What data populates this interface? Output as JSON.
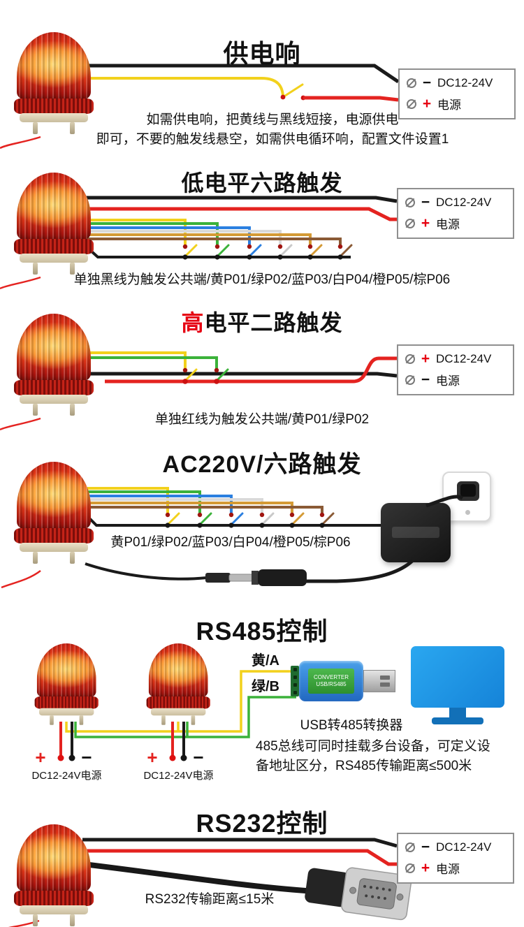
{
  "colors": {
    "wire_yellow": "#f2d11c",
    "wire_green": "#3bb23a",
    "wire_blue": "#2b7fe0",
    "wire_white": "#d9d9d9",
    "wire_orange": "#d49a35",
    "wire_brown": "#8a5a35",
    "wire_red": "#e42320",
    "wire_black": "#1a1a1a",
    "accent_red": "#e60012",
    "monitor_blue": "#1e97e6"
  },
  "sections": {
    "power_sound": {
      "title": "供电响",
      "terminal": {
        "rows": [
          {
            "sign": "−",
            "label": "DC12-24V"
          },
          {
            "sign": "+",
            "label": "电源"
          }
        ]
      },
      "note_line1": "如需供电响，把黄线与黑线短接，电源供电",
      "note_line2": "即可，不要的触发线悬空，如需供电循环响，配置文件设置1"
    },
    "low_level_trigger": {
      "title": "低电平六路触发",
      "terminal": {
        "rows": [
          {
            "sign": "−",
            "label": "DC12-24V"
          },
          {
            "sign": "+",
            "label": "电源"
          }
        ]
      },
      "caption": "单独黑线为触发公共端/黄P01/绿P02/蓝P03/白P04/橙P05/棕P06"
    },
    "high_level_trigger": {
      "title_highlight": "高",
      "title_rest": "电平二路触发",
      "terminal": {
        "rows": [
          {
            "sign": "+",
            "label": "DC12-24V"
          },
          {
            "sign": "−",
            "label": "电源"
          }
        ]
      },
      "caption": "单独红线为触发公共端/黄P01/绿P02"
    },
    "ac220_trigger": {
      "title": "AC220V/六路触发",
      "caption": "黄P01/绿P02/蓝P03/白P04/橙P05/棕P06"
    },
    "rs485": {
      "title": "RS485控制",
      "wire_label_a": "黄/A",
      "wire_label_b": "绿/B",
      "converter_chip_line1": "CONVERTER",
      "converter_chip_line2": "USB/RS485",
      "converter_caption": "USB转485转换器",
      "psu1": {
        "plus": "+",
        "minus": "−",
        "label": "DC12-24V电源"
      },
      "psu2": {
        "plus": "+",
        "minus": "−",
        "label": "DC12-24V电源"
      },
      "note_line1": "485总线可同时挂载多台设备，可定义设",
      "note_line2": "备地址区分，RS485传输距离≤500米"
    },
    "rs232": {
      "title": "RS232控制",
      "terminal": {
        "rows": [
          {
            "sign": "−",
            "label": "DC12-24V"
          },
          {
            "sign": "+",
            "label": "电源"
          }
        ]
      },
      "caption": "RS232传输距离≤15米"
    }
  }
}
